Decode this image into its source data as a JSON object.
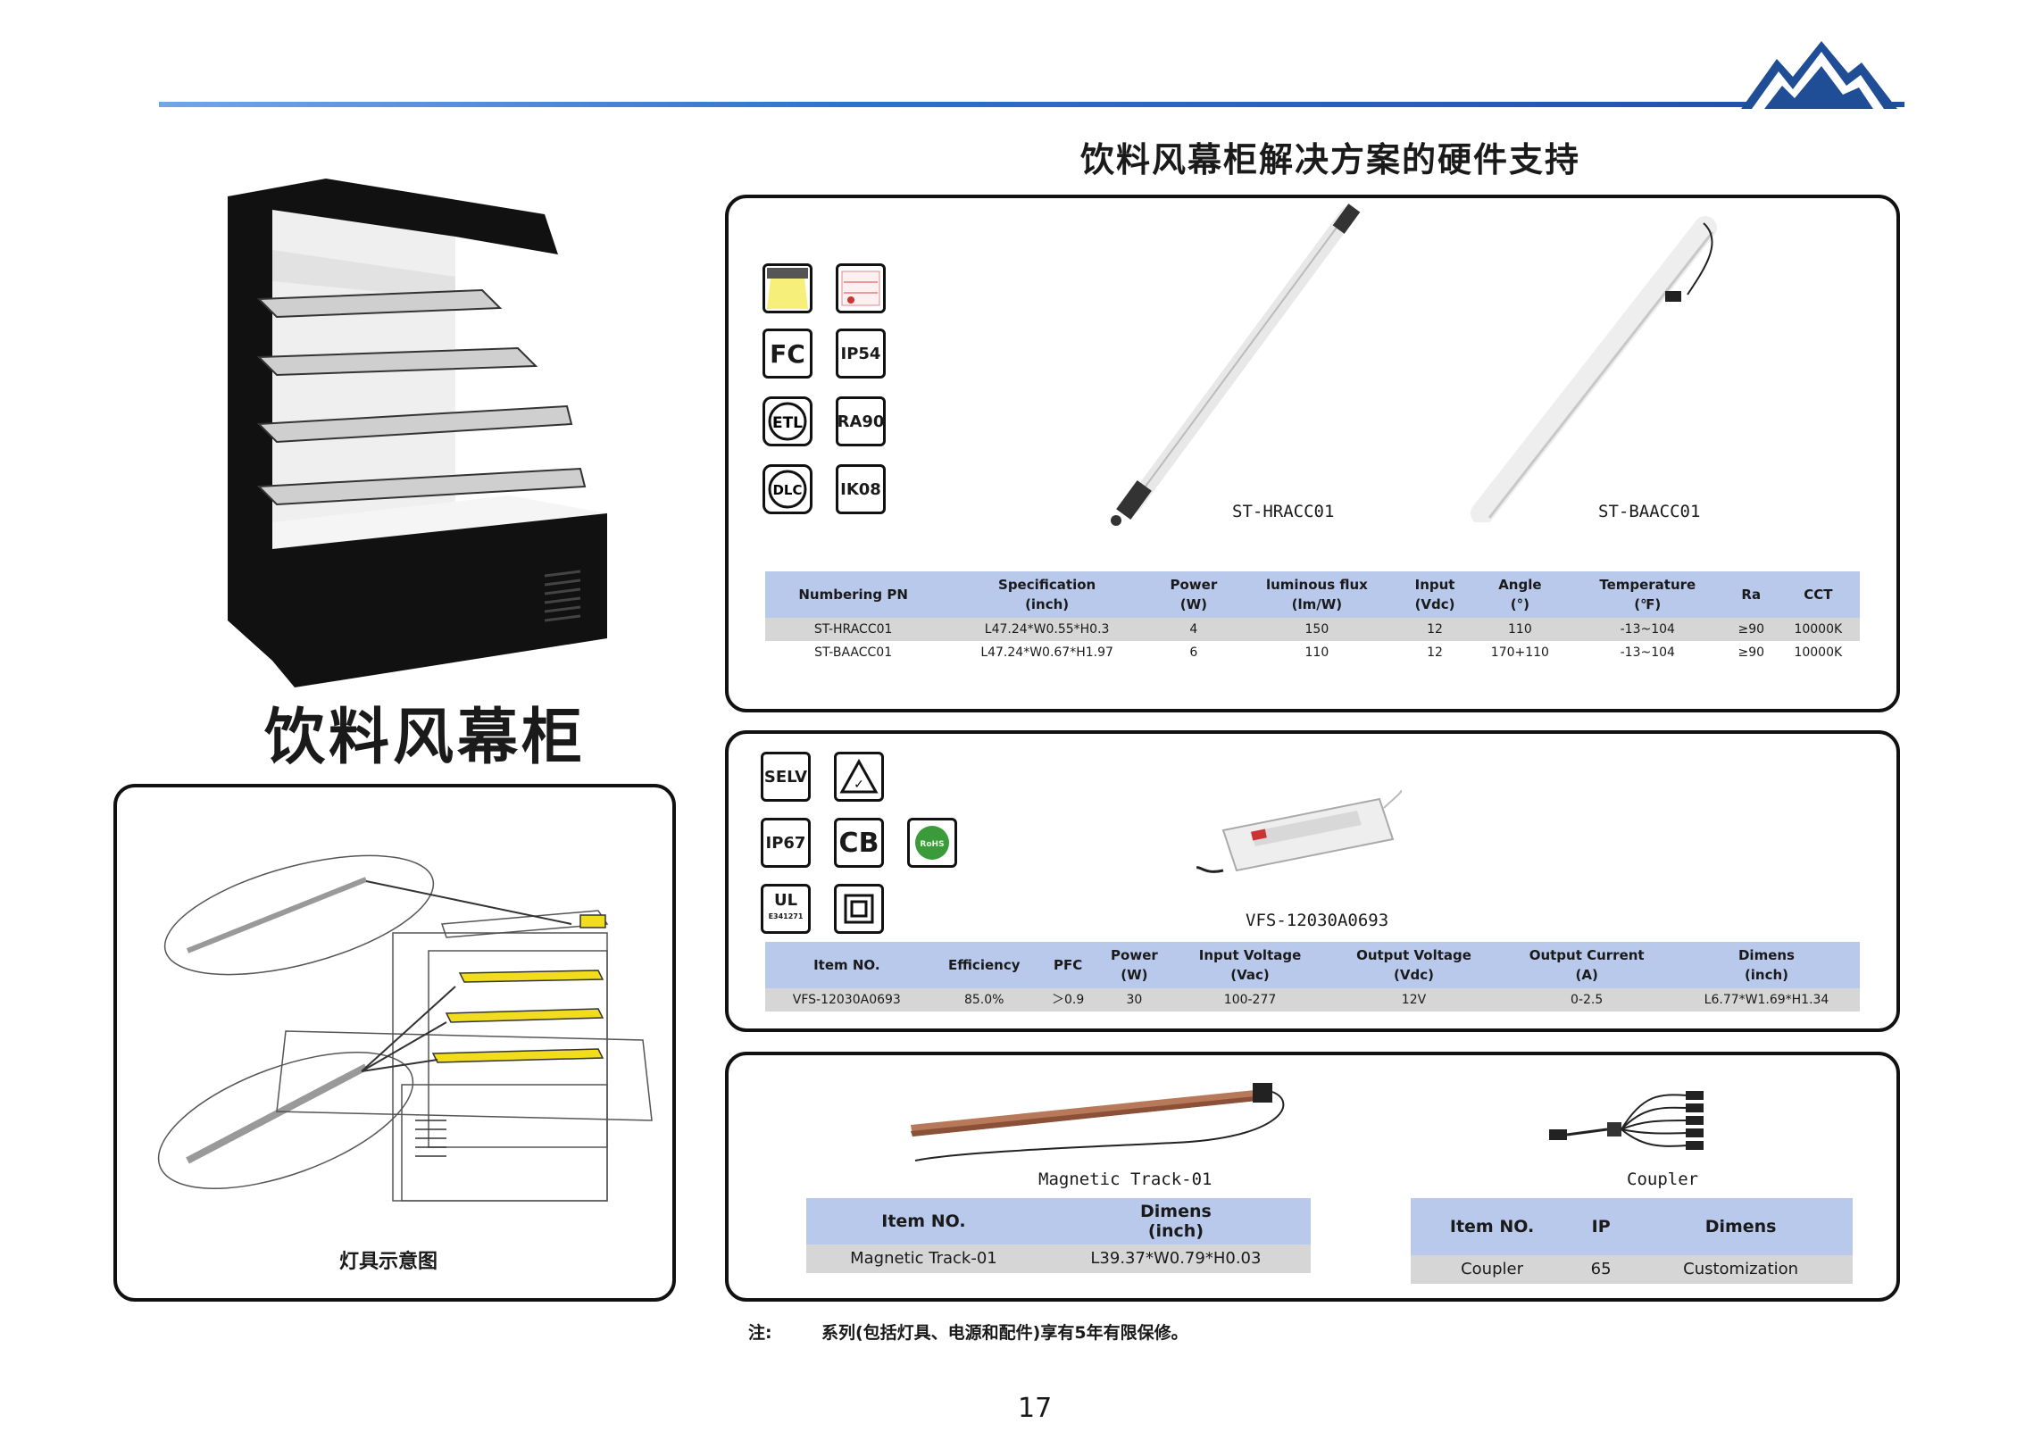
{
  "header": {
    "title": "饮料风幕柜解决方案的硬件支持"
  },
  "left": {
    "cabinet_caption": "饮料风幕柜",
    "diagram_caption": "灯具示意图"
  },
  "panel1": {
    "certs_left": [
      "fixture-icon",
      "FC",
      "ETL",
      "DLC"
    ],
    "certs_right": [
      "shelf-icon",
      "IP54",
      "RA90",
      "IK08"
    ],
    "product_a_label": "ST-HRACC01",
    "product_b_label": "ST-BAACC01",
    "table": {
      "headers": [
        [
          "Numbering PN",
          ""
        ],
        [
          "Specification",
          "(inch)"
        ],
        [
          "Power",
          "(W)"
        ],
        [
          "luminous flux",
          "(lm/W)"
        ],
        [
          "Input",
          "(Vdc)"
        ],
        [
          "Angle",
          "(°)"
        ],
        [
          "Temperature",
          "(℉)"
        ],
        [
          "Ra",
          ""
        ],
        [
          "CCT",
          ""
        ]
      ],
      "rows": [
        [
          "ST-HRACC01",
          "L47.24*W0.55*H0.3",
          "4",
          "150",
          "12",
          "110",
          "-13~104",
          "≥90",
          "10000K"
        ],
        [
          "ST-BAACC01",
          "L47.24*W0.67*H1.97",
          "6",
          "110",
          "12",
          "170+110",
          "-13~104",
          "≥90",
          "10000K"
        ]
      ]
    }
  },
  "panel2": {
    "certs": [
      "SELV",
      "RCM",
      "IP67",
      "CB",
      "RoHS",
      "UL",
      "Class II"
    ],
    "ul_number": "E341271",
    "product_label": "VFS-12030A0693",
    "table": {
      "headers": [
        [
          "Item NO.",
          ""
        ],
        [
          "Efficiency",
          ""
        ],
        [
          "PFC",
          ""
        ],
        [
          "Power",
          "(W)"
        ],
        [
          "Input Voltage",
          "(Vac)"
        ],
        [
          "Output Voltage",
          "(Vdc)"
        ],
        [
          "Output Current",
          "(A)"
        ],
        [
          "Dimens",
          "(inch)"
        ]
      ],
      "rows": [
        [
          "VFS-12030A0693",
          "85.0%",
          "＞0.9",
          "30",
          "100-277",
          "12V",
          "0-2.5",
          "L6.77*W1.69*H1.34"
        ]
      ]
    }
  },
  "panel3": {
    "track_label": "Magnetic Track-01",
    "coupler_label": "Coupler",
    "track_table": {
      "headers": [
        [
          "Item NO.",
          ""
        ],
        [
          "Dimens",
          "(inch)"
        ]
      ],
      "rows": [
        [
          "Magnetic Track-01",
          "L39.37*W0.79*H0.03"
        ]
      ]
    },
    "coupler_table": {
      "headers": [
        "Item NO.",
        "IP",
        "Dimens"
      ],
      "rows": [
        [
          "Coupler",
          "65",
          "Customization"
        ]
      ]
    }
  },
  "note": {
    "label": "注:",
    "text": "系列(包括灯具、电源和配件)享有5年有限保修。"
  },
  "page_number": "17",
  "colors": {
    "header_blue": "#1d4fa8",
    "table_header": "#b9c9ec",
    "table_shade": "#d6d6d6",
    "accent_yellow": "#f2dc1e"
  }
}
